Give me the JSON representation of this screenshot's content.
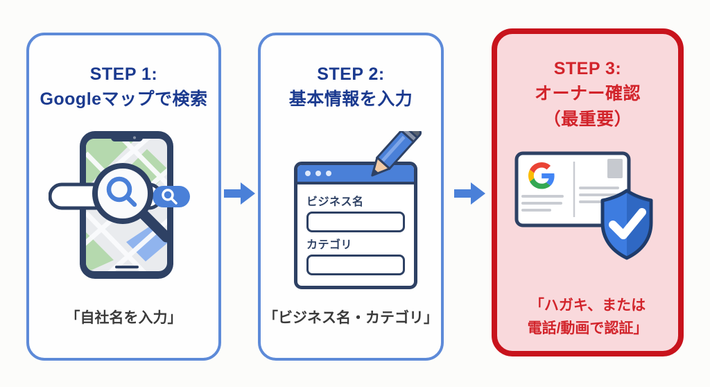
{
  "page": {
    "background": "#fcfcfa",
    "type": "three-step infographic flow"
  },
  "colors": {
    "card_blue_border": "#5d8ad8",
    "navy_title": "#1b3a8f",
    "arrow_blue": "#4a80d8",
    "red_border": "#c8131c",
    "red_text": "#d2242b",
    "pink_card_bg": "#f9d9dc",
    "caption_gray": "#3a3a3a",
    "illustration_outline": "#2e4164"
  },
  "steps": [
    {
      "title_line1": "STEP 1:",
      "title_line2": "Googleマップで検索",
      "caption": "「自社名を入力」",
      "icon": "phone-map-search-icon"
    },
    {
      "title_line1": "STEP 2:",
      "title_line2": "基本情報を入力",
      "caption": "「ビジネス名・カテゴリ」",
      "icon": "form-pencil-icon",
      "form": {
        "field1_label": "ビジネス名",
        "field2_label": "カテゴリ"
      }
    },
    {
      "title_line1": "STEP 3:",
      "title_line2": "オーナー確認",
      "title_line3": "（最重要）",
      "caption_line1": "「ハガキ、または",
      "caption_line2": "電話/動画で認証」",
      "icon": "postcard-shield-icon"
    }
  ]
}
